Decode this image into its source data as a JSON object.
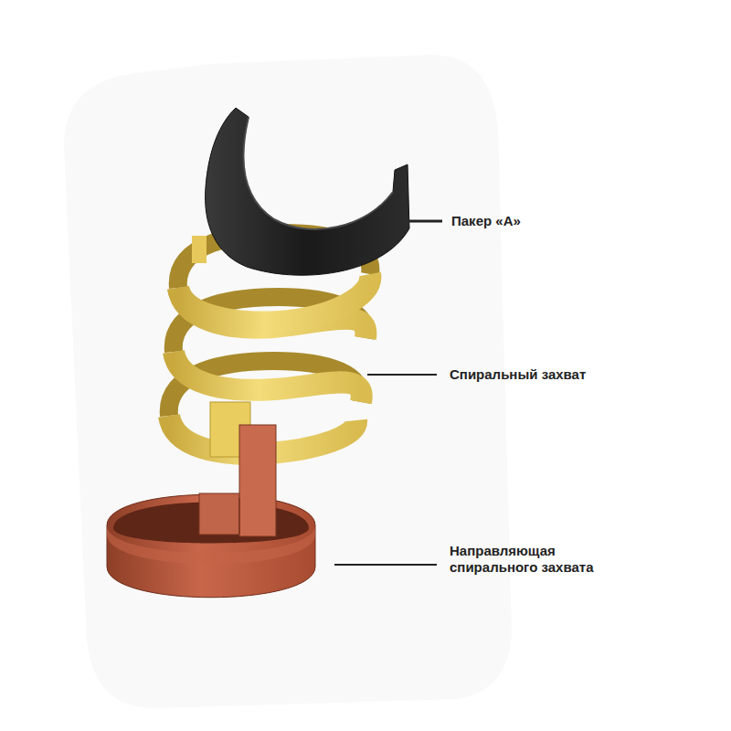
{
  "diagram": {
    "labels": [
      "Пакер «А»",
      "Спиральный захват",
      "Направляющая спирального захвата"
    ]
  }
}
